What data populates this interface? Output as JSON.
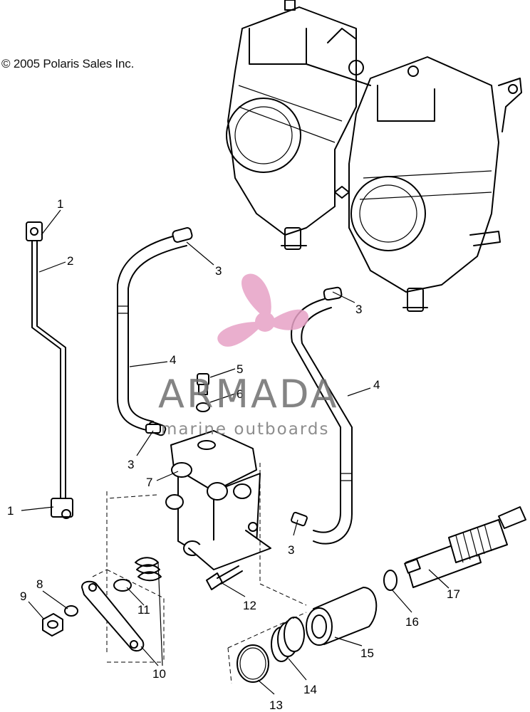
{
  "copyright": "© 2005 Polaris Sales Inc.",
  "watermark": {
    "name": "ARMADA",
    "tagline": "marine outboards",
    "logo_color": "#e7a2c6",
    "text_color": "#6f6f6f"
  },
  "callouts": [
    {
      "id": "c1a",
      "label": "1"
    },
    {
      "id": "c2",
      "label": "2"
    },
    {
      "id": "c3a",
      "label": "3"
    },
    {
      "id": "c3b",
      "label": "3"
    },
    {
      "id": "c4a",
      "label": "4"
    },
    {
      "id": "c5",
      "label": "5"
    },
    {
      "id": "c6",
      "label": "6"
    },
    {
      "id": "c4b",
      "label": "4"
    },
    {
      "id": "c3c",
      "label": "3"
    },
    {
      "id": "c7",
      "label": "7"
    },
    {
      "id": "c1b",
      "label": "1"
    },
    {
      "id": "c3d",
      "label": "3"
    },
    {
      "id": "c17",
      "label": "17"
    },
    {
      "id": "c8",
      "label": "8"
    },
    {
      "id": "c9",
      "label": "9"
    },
    {
      "id": "c11",
      "label": "11"
    },
    {
      "id": "c12",
      "label": "12"
    },
    {
      "id": "c16",
      "label": "16"
    },
    {
      "id": "c15",
      "label": "15"
    },
    {
      "id": "c10",
      "label": "10"
    },
    {
      "id": "c14",
      "label": "14"
    },
    {
      "id": "c13",
      "label": "13"
    }
  ]
}
